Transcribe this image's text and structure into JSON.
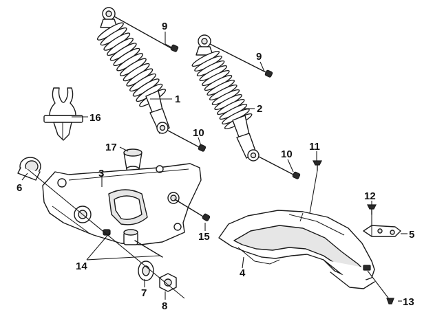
{
  "callouts": [
    {
      "id": "1",
      "label": "1"
    },
    {
      "id": "2",
      "label": "2"
    },
    {
      "id": "3",
      "label": "3"
    },
    {
      "id": "4",
      "label": "4"
    },
    {
      "id": "5",
      "label": "5"
    },
    {
      "id": "6",
      "label": "6"
    },
    {
      "id": "7",
      "label": "7"
    },
    {
      "id": "8",
      "label": "8"
    },
    {
      "id": "9a",
      "label": "9"
    },
    {
      "id": "9b",
      "label": "9"
    },
    {
      "id": "10a",
      "label": "10"
    },
    {
      "id": "10b",
      "label": "10"
    },
    {
      "id": "11",
      "label": "11"
    },
    {
      "id": "12",
      "label": "12"
    },
    {
      "id": "13",
      "label": "13"
    },
    {
      "id": "14",
      "label": "14"
    },
    {
      "id": "15",
      "label": "15"
    },
    {
      "id": "16",
      "label": "16"
    },
    {
      "id": "17",
      "label": "17"
    }
  ]
}
